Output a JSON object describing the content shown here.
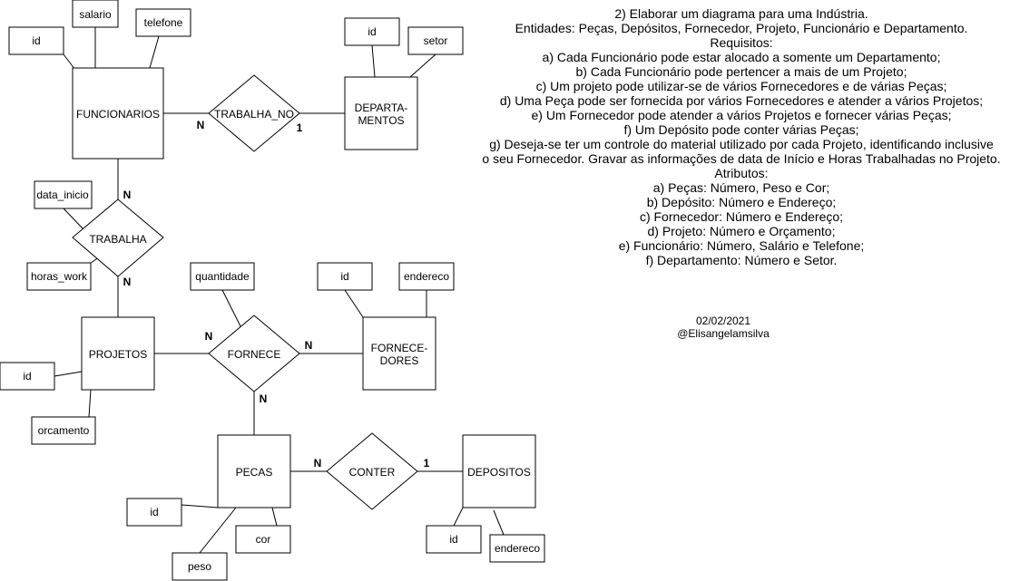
{
  "entities": {
    "funcionarios": "FUNCIONARIOS",
    "departamentos": [
      "DEPARTA-",
      "MENTOS"
    ],
    "projetos": "PROJETOS",
    "fornecedores": [
      "FORNECE-",
      "DORES"
    ],
    "pecas": "PECAS",
    "depositos": "DEPOSITOS"
  },
  "relationships": {
    "trabalha_no": "TRABALHA_NO",
    "trabalha": "TRABALHA",
    "fornece": "FORNECE",
    "conter": "CONTER"
  },
  "attributes": {
    "func_id": "id",
    "func_salario": "salario",
    "func_telefone": "telefone",
    "dep_id": "id",
    "dep_setor": "setor",
    "trab_data_inicio": "data_inicio",
    "trab_horas_work": "horas_work",
    "forn_quantidade": "quantidade",
    "fornecedor_id": "id",
    "fornecedor_endereco": "endereco",
    "proj_id": "id",
    "proj_orcamento": "orcamento",
    "pecas_id": "id",
    "pecas_peso": "peso",
    "pecas_cor": "cor",
    "depos_id": "id",
    "depos_endereco": "endereco"
  },
  "cardinalities": {
    "funcionarios_trabalha_no": "N",
    "departamentos_trabalha_no": "1",
    "funcionarios_trabalha": "N",
    "projetos_trabalha": "N",
    "projetos_fornece": "N",
    "fornecedores_fornece": "N",
    "pecas_fornece": "N",
    "pecas_conter": "N",
    "depositos_conter": "1"
  },
  "notes": [
    "2) Elaborar um diagrama para uma Indústria.",
    "Entidades: Peças, Depósitos, Fornecedor, Projeto, Funcionário e Departamento.",
    "Requisitos:",
    "a) Cada Funcionário pode estar alocado a somente um Departamento;",
    "b) Cada Funcionário pode pertencer a mais de um Projeto;",
    "c) Um projeto pode utilizar-se de vários Fornecedores e de várias Peças;",
    "d) Uma Peça pode ser fornecida por vários Fornecedores e atender a vários Projetos;",
    "e) Um Fornecedor pode atender a vários Projetos e fornecer várias Peças;",
    "f) Um Depósito pode conter várias Peças;",
    "g) Deseja-se ter um controle do material utilizado por cada Projeto, identificando inclusive",
    "o seu Fornecedor. Gravar as informações de data de Início e Horas Trabalhadas no Projeto.",
    "Atributos:",
    "a) Peças: Número, Peso e Cor;",
    "b) Depósito: Número e Endereço;",
    "c) Fornecedor: Número e Endereço;",
    "d) Projeto: Número e Orçamento;",
    "e) Funcionário: Número, Salário e Telefone;",
    "f) Departamento: Número e Setor."
  ],
  "signature": {
    "date": "02/02/2021",
    "author": "@Elisangelamsilva"
  }
}
